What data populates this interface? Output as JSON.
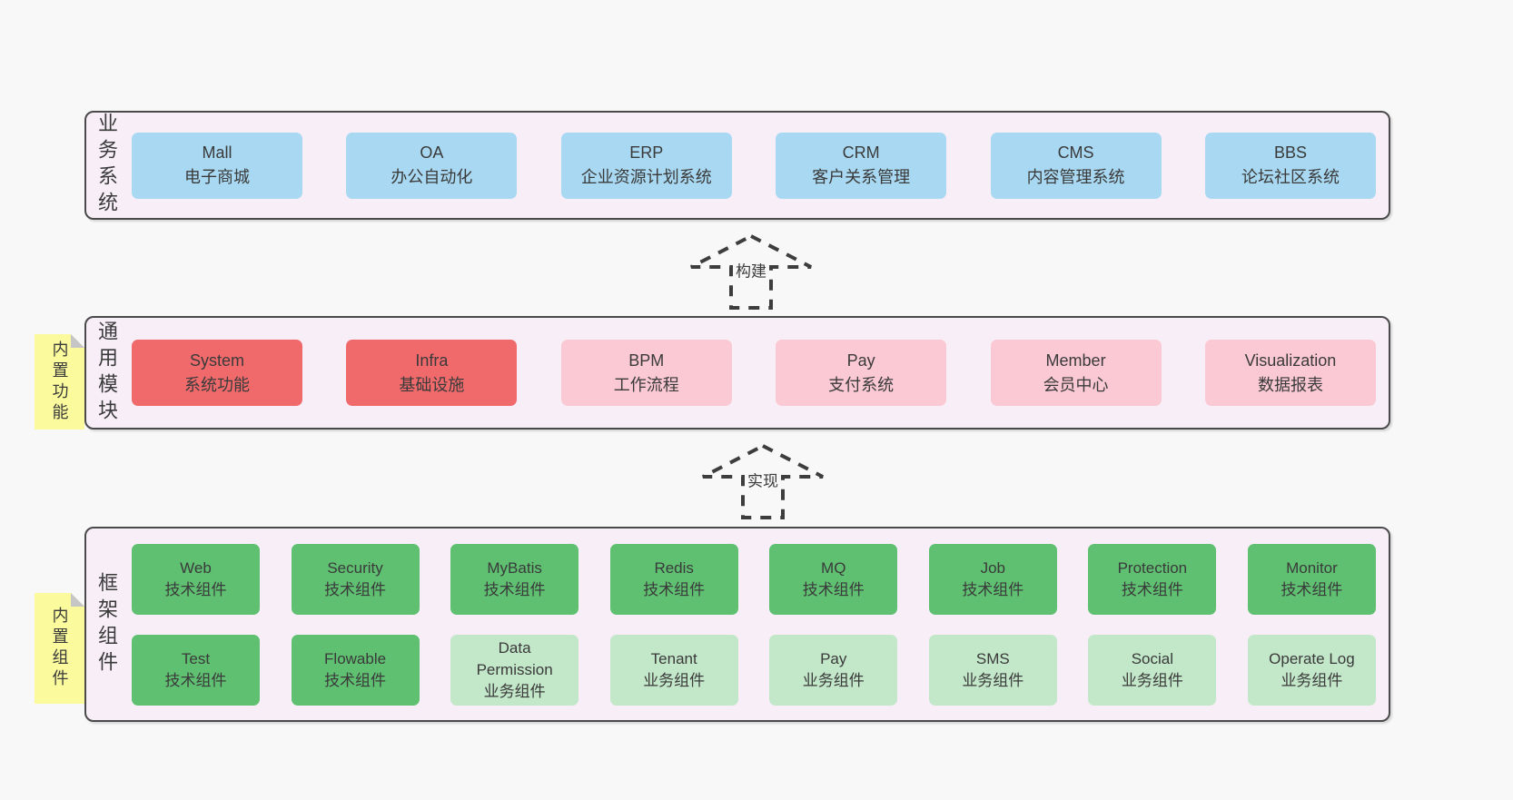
{
  "palette": {
    "page_bg": "#f8f8f8",
    "panel_bg": "#f7eef7",
    "panel_border": "#4a4a4a",
    "blue": "#a9d9f2",
    "red": "#f06a6c",
    "pink": "#fac9d4",
    "green_dark": "#5fc072",
    "green_light": "#c3e7c9",
    "sticky_yellow": "#fbfb9d",
    "sticky_fold": "#c6c6c6",
    "arrow_stroke": "#3d3d3d",
    "text": "#3a3a3a"
  },
  "business_panel": {
    "label": "业务系统",
    "boxes": [
      {
        "en": "Mall",
        "zh": "电子商城"
      },
      {
        "en": "OA",
        "zh": "办公自动化"
      },
      {
        "en": "ERP",
        "zh": "企业资源计划系统"
      },
      {
        "en": "CRM",
        "zh": "客户关系管理"
      },
      {
        "en": "CMS",
        "zh": "内容管理系统"
      },
      {
        "en": "BBS",
        "zh": "论坛社区系统"
      }
    ]
  },
  "arrow_build": {
    "label": "构建"
  },
  "modules_panel": {
    "label": "通用模块",
    "sticky": "内置功能",
    "boxes": [
      {
        "en": "System",
        "zh": "系统功能",
        "tone": "red"
      },
      {
        "en": "Infra",
        "zh": "基础设施",
        "tone": "red"
      },
      {
        "en": "BPM",
        "zh": "工作流程",
        "tone": "pink"
      },
      {
        "en": "Pay",
        "zh": "支付系统",
        "tone": "pink"
      },
      {
        "en": "Member",
        "zh": "会员中心",
        "tone": "pink"
      },
      {
        "en": "Visualization",
        "zh": "数据报表",
        "tone": "pink"
      }
    ]
  },
  "arrow_implement": {
    "label": "实现"
  },
  "components_panel": {
    "label": "框架组件",
    "sticky": "内置组件",
    "row1": [
      {
        "en": "Web",
        "zh": "技术组件",
        "tone": "dark"
      },
      {
        "en": "Security",
        "zh": "技术组件",
        "tone": "dark"
      },
      {
        "en": "MyBatis",
        "zh": "技术组件",
        "tone": "dark"
      },
      {
        "en": "Redis",
        "zh": "技术组件",
        "tone": "dark"
      },
      {
        "en": "MQ",
        "zh": "技术组件",
        "tone": "dark"
      },
      {
        "en": "Job",
        "zh": "技术组件",
        "tone": "dark"
      },
      {
        "en": "Protection",
        "zh": "技术组件",
        "tone": "dark"
      },
      {
        "en": "Monitor",
        "zh": "技术组件",
        "tone": "dark"
      }
    ],
    "row2": [
      {
        "en": "Test",
        "zh": "技术组件",
        "tone": "dark"
      },
      {
        "en": "Flowable",
        "zh": "技术组件",
        "tone": "dark"
      },
      {
        "en": "Data Permission",
        "zh": "业务组件",
        "tone": "light"
      },
      {
        "en": "Tenant",
        "zh": "业务组件",
        "tone": "light"
      },
      {
        "en": "Pay",
        "zh": "业务组件",
        "tone": "light"
      },
      {
        "en": "SMS",
        "zh": "业务组件",
        "tone": "light"
      },
      {
        "en": "Social",
        "zh": "业务组件",
        "tone": "light"
      },
      {
        "en": "Operate Log",
        "zh": "业务组件",
        "tone": "light"
      }
    ]
  }
}
